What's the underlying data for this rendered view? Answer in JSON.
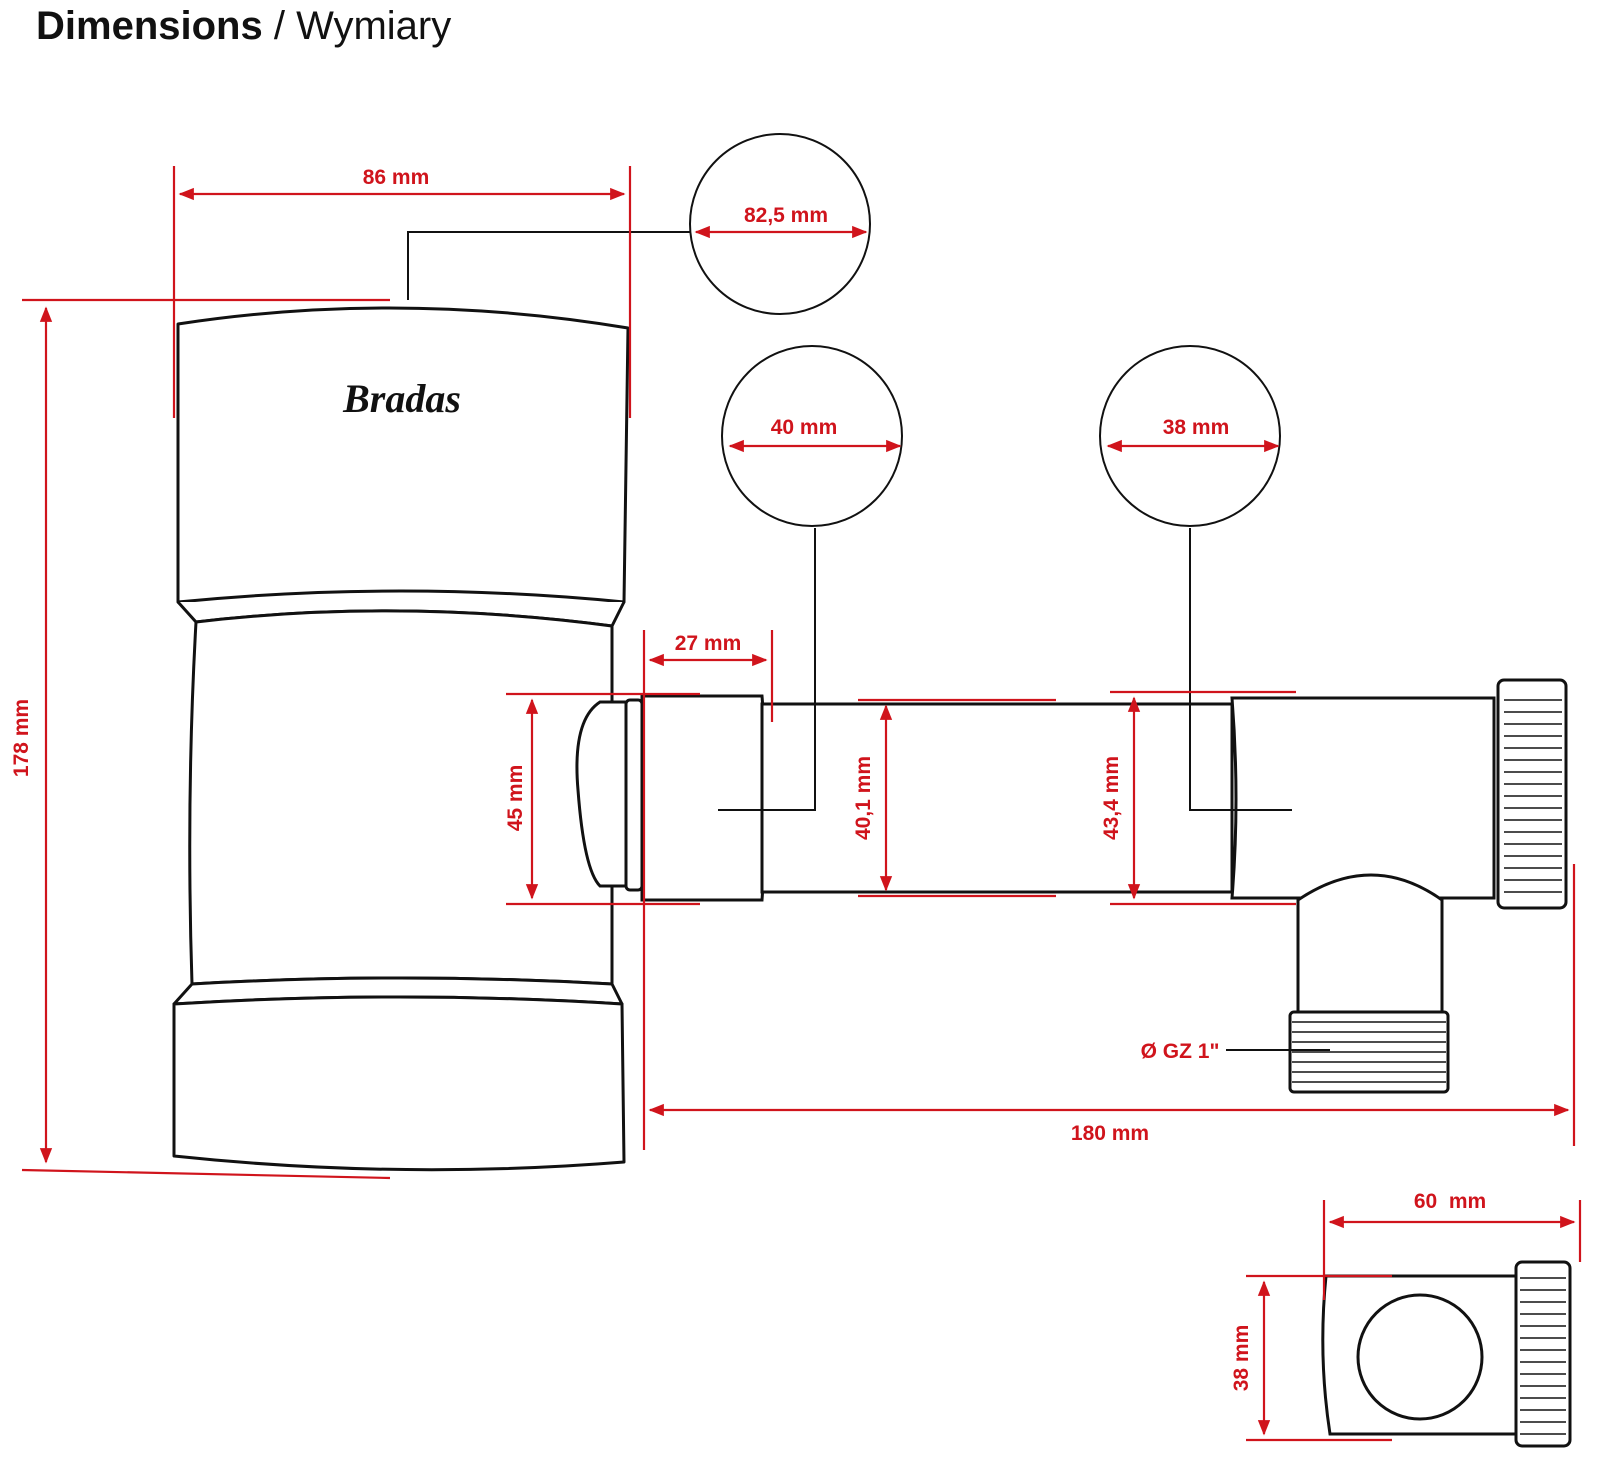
{
  "header": {
    "title_bold": "Dimensions",
    "separator": " / ",
    "title_rest": "Wymiary"
  },
  "brand": {
    "logo_text": "Bradas"
  },
  "dimensions": {
    "top_width": "86 mm",
    "circle_top": "82,5 mm",
    "circle_mid": "40 mm",
    "circle_right": "38 mm",
    "height_total": "178 mm",
    "inlet_length": "27 mm",
    "inlet_height": "45 mm",
    "pipe_mid": "40,1 mm",
    "pipe_right": "43,4 mm",
    "thread": "Ø GZ 1\"",
    "length_total": "180 mm",
    "side_width": "60  mm",
    "side_height": "38 mm"
  },
  "colors": {
    "dimension": "#d0141c",
    "outline": "#111111"
  }
}
